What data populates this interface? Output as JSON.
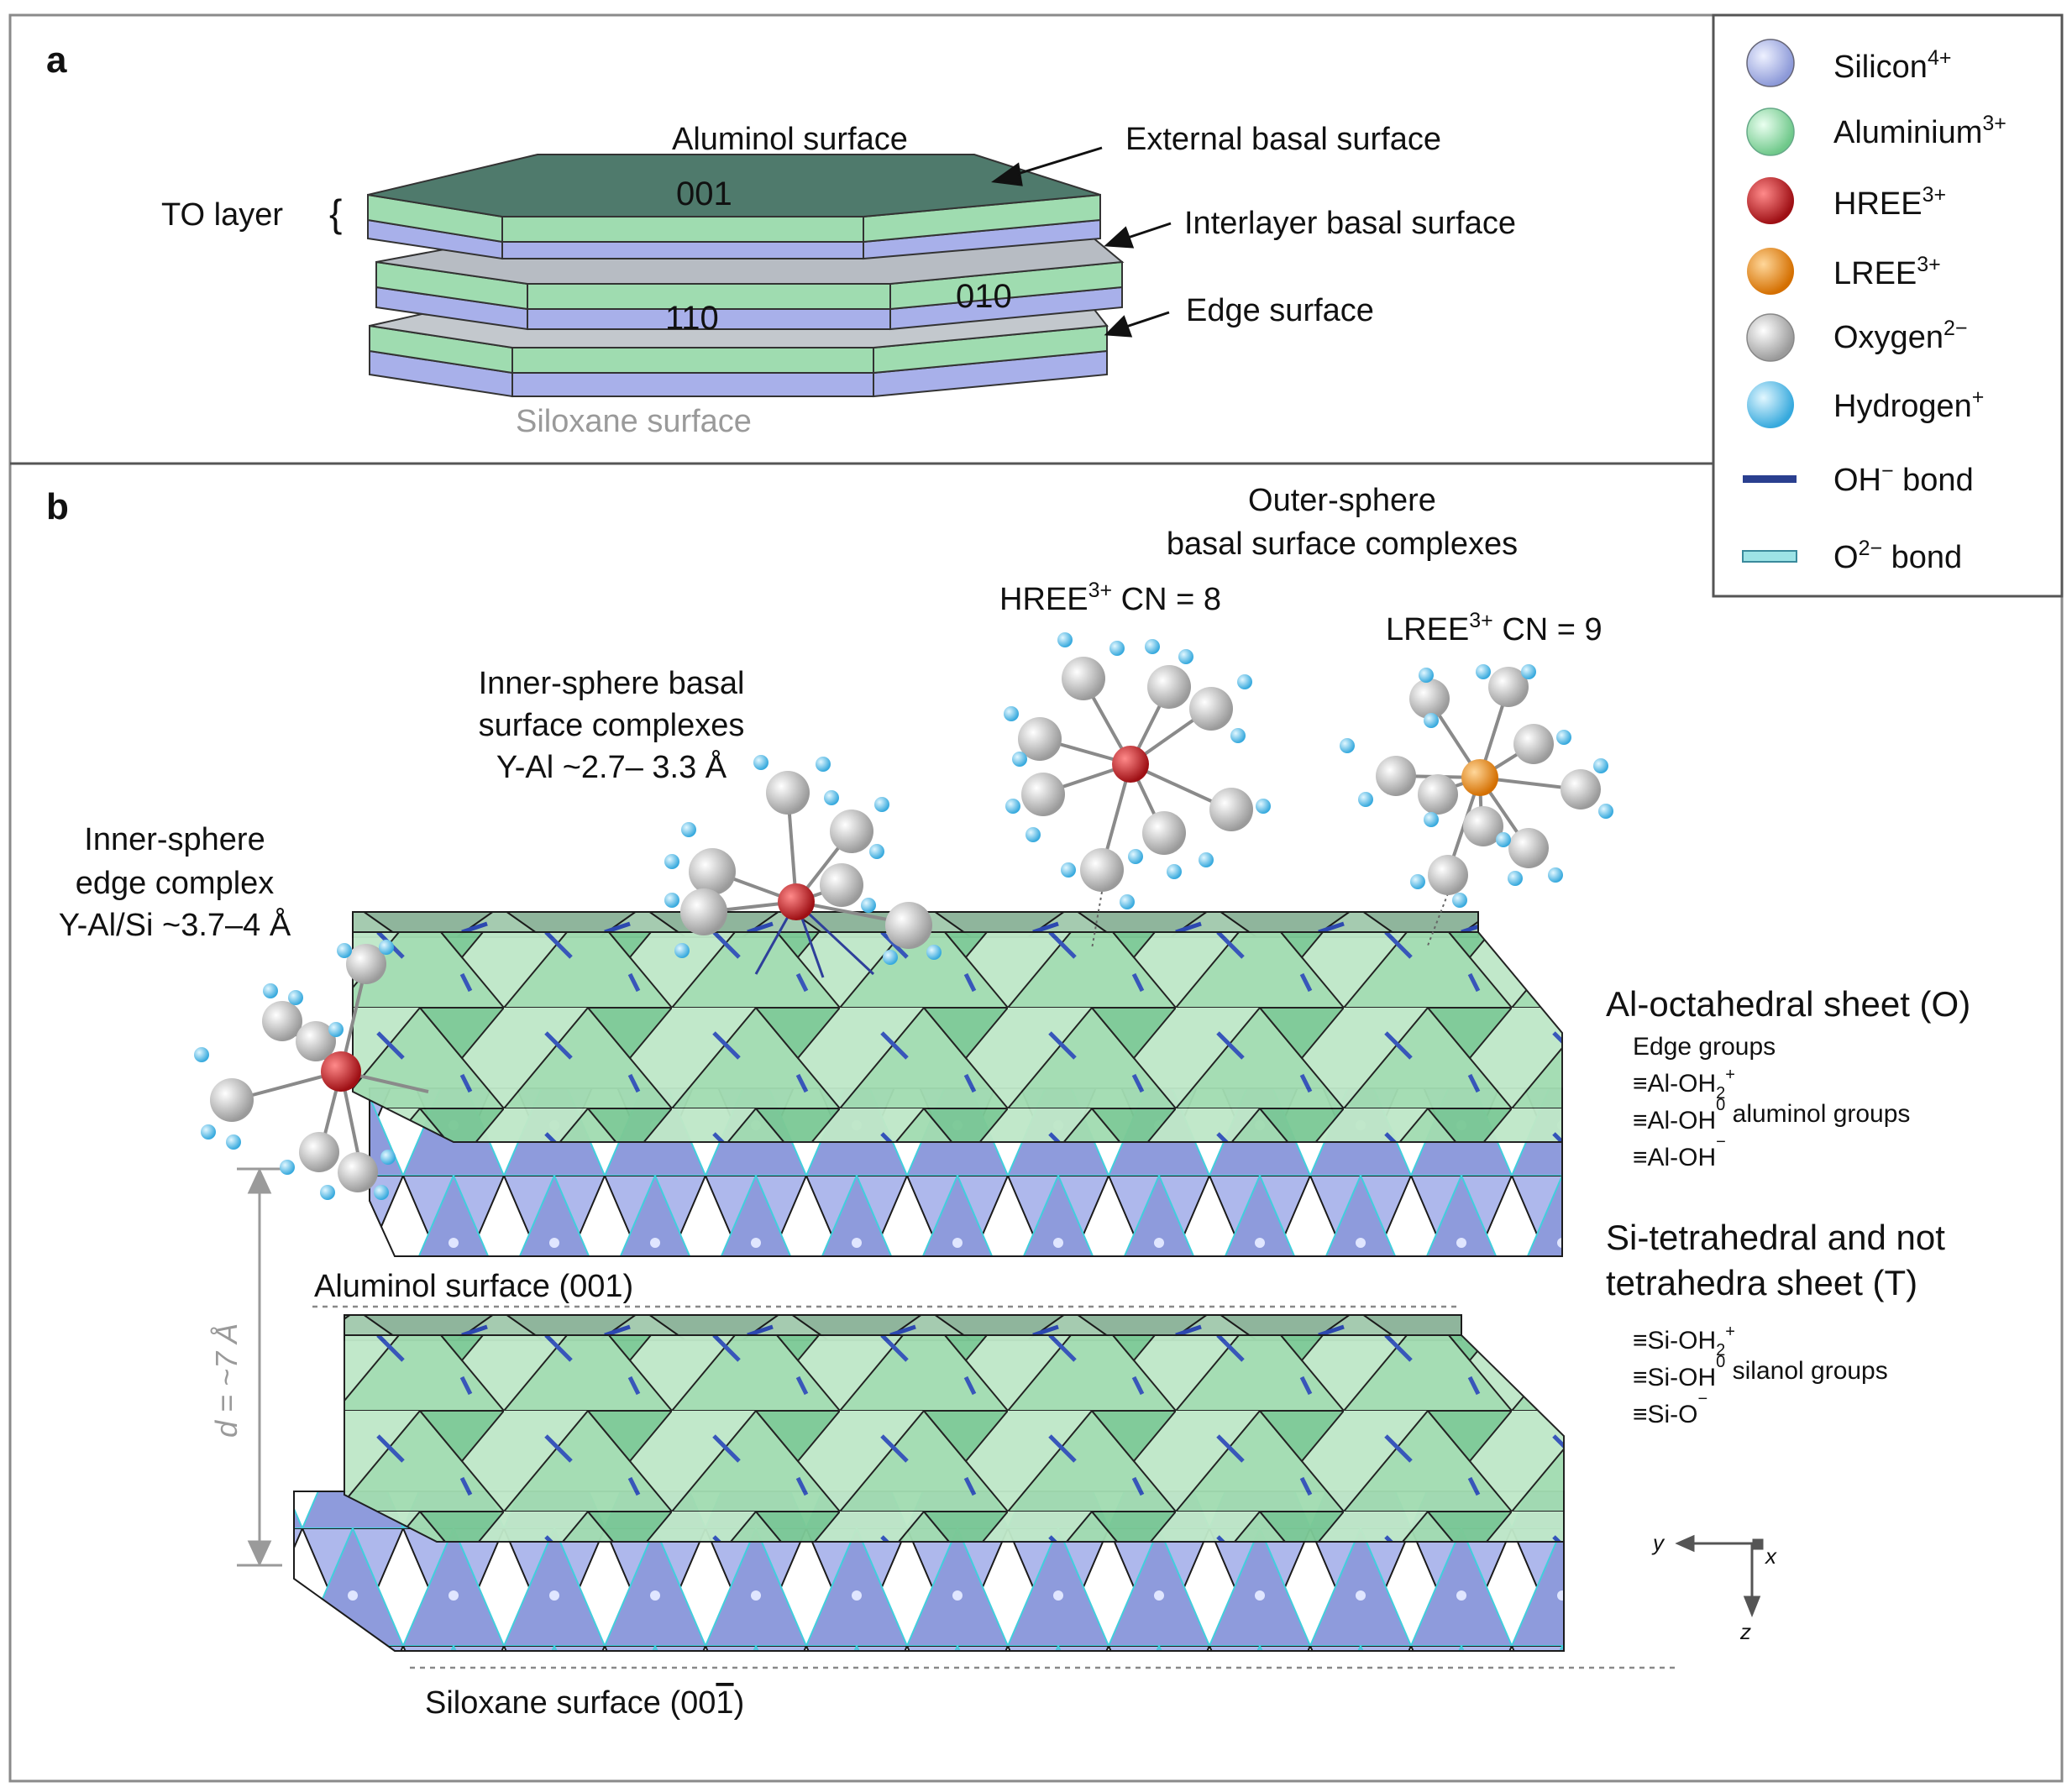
{
  "panel_a": {
    "letter": "a",
    "aluminol_surface": "Aluminol surface",
    "to_layer": "TO layer",
    "brace": "{",
    "face_001": "001",
    "face_110": "110",
    "face_010": "010",
    "external_basal": "External basal surface",
    "interlayer_basal": "Interlayer basal surface",
    "edge_surface": "Edge surface",
    "siloxane_surface": "Siloxane surface"
  },
  "legend": {
    "items": [
      {
        "name": "Silicon",
        "sup": "4+",
        "color": "#a9b4e6"
      },
      {
        "name": "Aluminium",
        "sup": "3+",
        "color": "#9bdcab"
      },
      {
        "name": "HREE",
        "sup": "3+",
        "color": "#c8232a"
      },
      {
        "name": "LREE",
        "sup": "3+",
        "color": "#f08a1c"
      },
      {
        "name": "Oxygen",
        "sup": "2−",
        "color": "#cfcfcf"
      },
      {
        "name": "Hydrogen",
        "sup": "+",
        "color": "#6cc7ee"
      }
    ],
    "bonds": [
      {
        "name": "OH",
        "sup": "−",
        "suffix": " bond",
        "color": "#2a3f8f"
      },
      {
        "name": "O",
        "sup": "2−",
        "suffix": " bond",
        "color": "#9de3e6"
      }
    ]
  },
  "panel_b": {
    "letter": "b",
    "outer_sphere": [
      "Outer-sphere",
      "basal surface complexes"
    ],
    "hree_cn": {
      "pre": "HREE",
      "sup": "3+",
      "post": " CN = 8"
    },
    "lree_cn": {
      "pre": "LREE",
      "sup": "3+",
      "post": " CN = 9"
    },
    "inner_basal": [
      "Inner-sphere basal",
      "surface complexes",
      "Y-Al ~2.7– 3.3 Å"
    ],
    "inner_edge": [
      "Inner-sphere",
      "edge complex",
      "Y-Al/Si ~3.7–4 Å"
    ],
    "al_sheet": "Al-octahedral sheet (O)",
    "al_groups": [
      {
        "pre": "Edge groups",
        "sub": "",
        "sup": "",
        "post": ""
      },
      {
        "pre": "≡Al-OH",
        "sub": "2",
        "sup": "+",
        "post": ""
      },
      {
        "pre": "≡Al-OH",
        "sub": "",
        "sup": "0",
        "post": " aluminol groups"
      },
      {
        "pre": "≡Al-OH",
        "sub": "",
        "sup": "−",
        "post": ""
      }
    ],
    "si_sheet": [
      "Si-tetrahedral and not",
      "tetrahedra sheet (T)"
    ],
    "si_groups": [
      {
        "pre": "≡Si-OH",
        "sub": "2",
        "sup": "+",
        "post": ""
      },
      {
        "pre": "≡Si-OH",
        "sub": "",
        "sup": "0",
        "post": " silanol groups"
      },
      {
        "pre": "≡Si-O",
        "sub": "",
        "sup": "−",
        "post": ""
      }
    ],
    "aluminol_001": "Aluminol surface (001)",
    "siloxane_001": {
      "pre": "Siloxane surface (00",
      "bar": "1",
      "post": ")"
    },
    "d_label": "d = ~7 Å",
    "axes": {
      "y": "y",
      "x": "x",
      "z": "z"
    }
  }
}
